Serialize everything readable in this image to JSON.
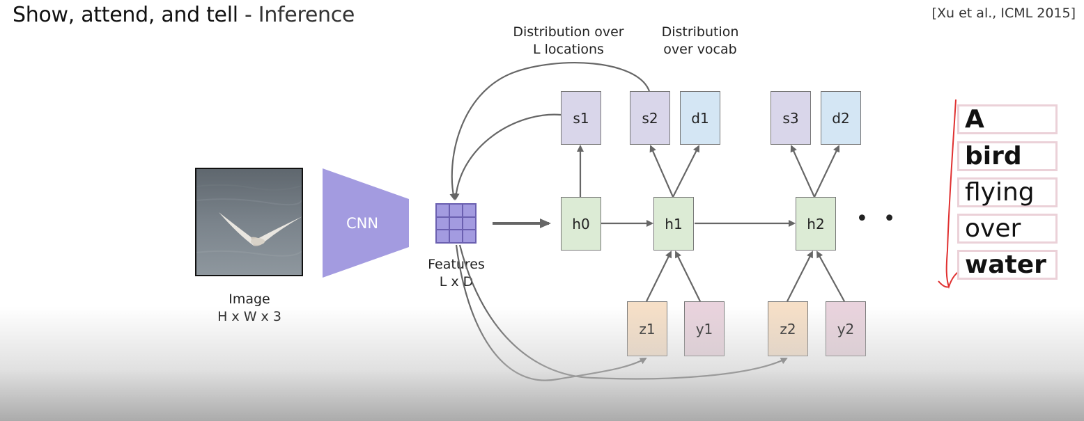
{
  "header": {
    "title_main": "Show, attend, and tell",
    "title_sep": " - ",
    "title_sub": "Inference",
    "citation": "[Xu et al., ICML 2015]"
  },
  "diagram": {
    "image_label_1": "Image",
    "image_label_2": "H x W x 3",
    "cnn_label": "CNN",
    "features_label_1": "Features",
    "features_label_2": "L x D",
    "dist_locations_1": "Distribution over",
    "dist_locations_2": "L locations",
    "dist_vocab_1": "Distribution",
    "dist_vocab_2": "over vocab",
    "nodes": {
      "s1": "s1",
      "s2": "s2",
      "s3": "s3",
      "d1": "d1",
      "d2": "d2",
      "h0": "h0",
      "h1": "h1",
      "h2": "h2",
      "z1": "z1",
      "z2": "z2",
      "y1": "y1",
      "y2": "y2"
    },
    "ellipsis": "• •"
  },
  "caption_words": [
    "A",
    "bird",
    "flying",
    "over",
    "water"
  ],
  "colors": {
    "s_box": "#d9d6ea",
    "d_box": "#d4e6f4",
    "h_box": "#dcebd5",
    "z_box": "#f6dfc7",
    "y_box": "#e9d3dd",
    "cnn": "#a39be0",
    "annotation_red": "#e03030",
    "arrow": "#666666"
  }
}
